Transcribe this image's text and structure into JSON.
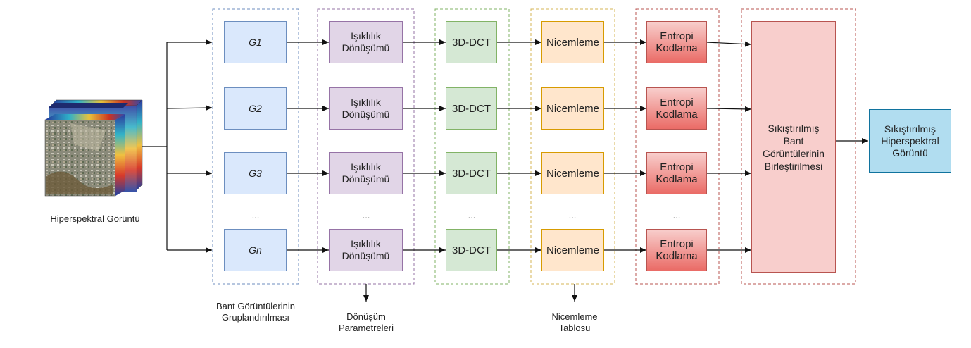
{
  "input_label": "Hiperspektral Görüntü",
  "groups": [
    "G1",
    "G2",
    "G3",
    "Gn"
  ],
  "transform_label": "Işıklılık\nDönüşümü",
  "dct_label": "3D-DCT",
  "quant_label": "Nicemleme",
  "entropy_label": "Entropi\nKodlama",
  "merge_label": "Sıkıştırılmış\nBant\nGörüntülerinin\nBirleştirilmesi",
  "output_label": "Sıkıştırılmış\nHiperspektral\nGörüntü",
  "ellipsis": "...",
  "captions": {
    "grouping": "Bant Görüntülerinin\nGruplandırılması",
    "transform_params": "Dönüşüm\nParametreleri",
    "quant_table": "Nicemleme\nTablosu"
  },
  "colors": {
    "group": "#dae8fc",
    "transform": "#e1d5e7",
    "dct": "#d5e8d4",
    "quant": "#ffe6cc",
    "entropy": "#ea6b66",
    "merge": "#f8cecc",
    "output": "#b1ddf0"
  }
}
